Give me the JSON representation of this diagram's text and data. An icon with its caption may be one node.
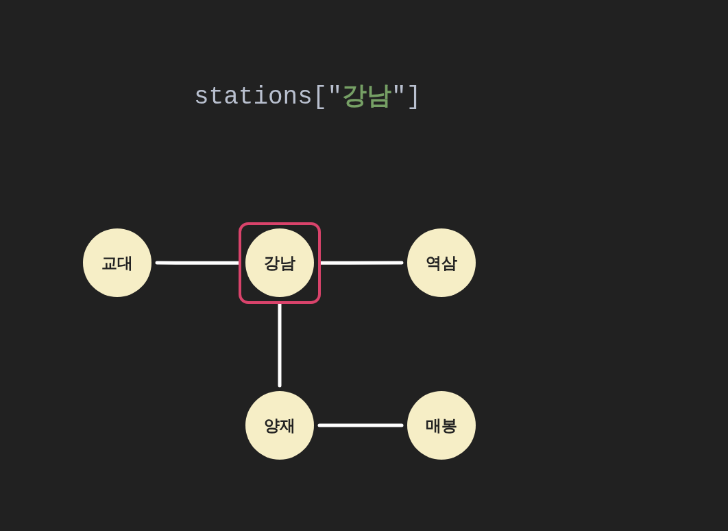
{
  "diagram": {
    "title": "stations[\"강남\"]",
    "nodes": [
      {
        "text": [
          "교대"
        ]
      },
      {
        "text": [],
        "shape": "box"
      },
      {
        "text": [
          "강남"
        ],
        "in": 1
      },
      {
        "text": [
          "역삼"
        ]
      },
      {
        "text": [
          "양재"
        ]
      },
      {
        "text": [
          "매봉"
        ]
      }
    ],
    "edges": [
      {
        "from": 0,
        "to": 1,
        "arrow": "none"
      },
      {
        "from": 1,
        "to": 3,
        "arrow": "none"
      },
      {
        "from": 1,
        "to": 4,
        "arrow": "none"
      },
      {
        "from": 4,
        "to": 5,
        "arrow": "none"
      }
    ]
  }
}
